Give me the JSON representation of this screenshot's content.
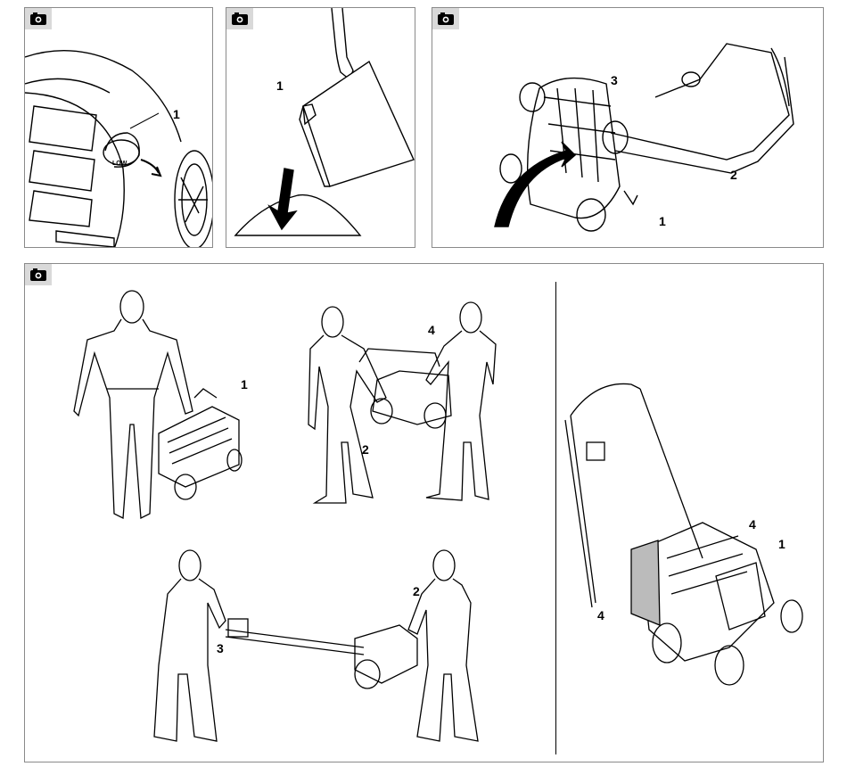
{
  "figures": [
    {
      "id": "fig1",
      "icon": "camera-icon",
      "callouts": [
        "1"
      ],
      "dial_text": "LOW"
    },
    {
      "id": "fig2",
      "icon": "camera-icon",
      "callouts": [
        "1"
      ]
    },
    {
      "id": "fig3",
      "icon": "camera-icon",
      "callouts": [
        "3",
        "2",
        "1"
      ]
    },
    {
      "id": "fig4",
      "icon": "camera-icon",
      "callouts": [
        "1",
        "4",
        "2",
        "2",
        "3",
        "4",
        "1",
        "4"
      ]
    }
  ]
}
